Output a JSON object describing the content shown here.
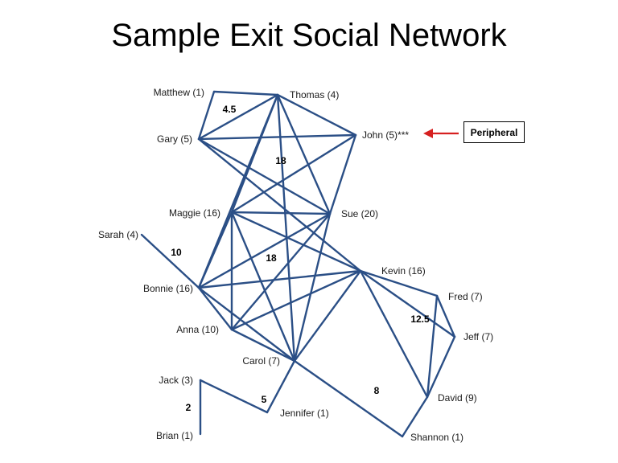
{
  "title": "Sample Exit Social Network",
  "callout": {
    "label": "Peripheral",
    "arrow_color": "#d62020"
  },
  "colors": {
    "edge": "#2b4f86"
  },
  "nodes": [
    {
      "id": "matthew",
      "label": "Matthew (1)"
    },
    {
      "id": "thomas",
      "label": "Thomas (4)"
    },
    {
      "id": "gary",
      "label": "Gary (5)"
    },
    {
      "id": "john",
      "label": "John (5)***"
    },
    {
      "id": "maggie",
      "label": "Maggie (16)"
    },
    {
      "id": "sue",
      "label": "Sue (20)"
    },
    {
      "id": "sarah",
      "label": "Sarah (4)"
    },
    {
      "id": "kevin",
      "label": "Kevin (16)"
    },
    {
      "id": "bonnie",
      "label": "Bonnie (16)"
    },
    {
      "id": "fred",
      "label": "Fred (7)"
    },
    {
      "id": "anna",
      "label": "Anna (10)"
    },
    {
      "id": "jeff",
      "label": "Jeff (7)"
    },
    {
      "id": "carol",
      "label": "Carol (7)"
    },
    {
      "id": "jack",
      "label": "Jack (3)"
    },
    {
      "id": "david",
      "label": "David (9)"
    },
    {
      "id": "jennifer",
      "label": "Jennifer (1)"
    },
    {
      "id": "brian",
      "label": "Brian (1)"
    },
    {
      "id": "shannon",
      "label": "Shannon (1)"
    }
  ],
  "edges": [
    [
      "matthew",
      "thomas"
    ],
    [
      "matthew",
      "gary"
    ],
    [
      "thomas",
      "gary"
    ],
    [
      "thomas",
      "john"
    ],
    [
      "thomas",
      "maggie"
    ],
    [
      "thomas",
      "sue"
    ],
    [
      "thomas",
      "bonnie"
    ],
    [
      "thomas",
      "carol"
    ],
    [
      "gary",
      "john"
    ],
    [
      "gary",
      "sue"
    ],
    [
      "gary",
      "kevin"
    ],
    [
      "john",
      "maggie"
    ],
    [
      "john",
      "sue"
    ],
    [
      "maggie",
      "sue"
    ],
    [
      "maggie",
      "kevin"
    ],
    [
      "maggie",
      "bonnie"
    ],
    [
      "maggie",
      "anna"
    ],
    [
      "maggie",
      "carol"
    ],
    [
      "sue",
      "bonnie"
    ],
    [
      "sue",
      "anna"
    ],
    [
      "sue",
      "carol"
    ],
    [
      "kevin",
      "bonnie"
    ],
    [
      "kevin",
      "anna"
    ],
    [
      "kevin",
      "carol"
    ],
    [
      "kevin",
      "fred"
    ],
    [
      "kevin",
      "jeff"
    ],
    [
      "kevin",
      "david"
    ],
    [
      "bonnie",
      "anna"
    ],
    [
      "bonnie",
      "carol"
    ],
    [
      "sarah",
      "bonnie"
    ],
    [
      "anna",
      "carol"
    ],
    [
      "fred",
      "jeff"
    ],
    [
      "fred",
      "david"
    ],
    [
      "jeff",
      "david"
    ],
    [
      "carol",
      "jennifer"
    ],
    [
      "carol",
      "shannon"
    ],
    [
      "shannon",
      "david"
    ],
    [
      "jack",
      "jennifer"
    ],
    [
      "jack",
      "brian"
    ]
  ],
  "weights": [
    "4.5",
    "18",
    "10",
    "18",
    "12.5",
    "8",
    "5",
    "2"
  ]
}
